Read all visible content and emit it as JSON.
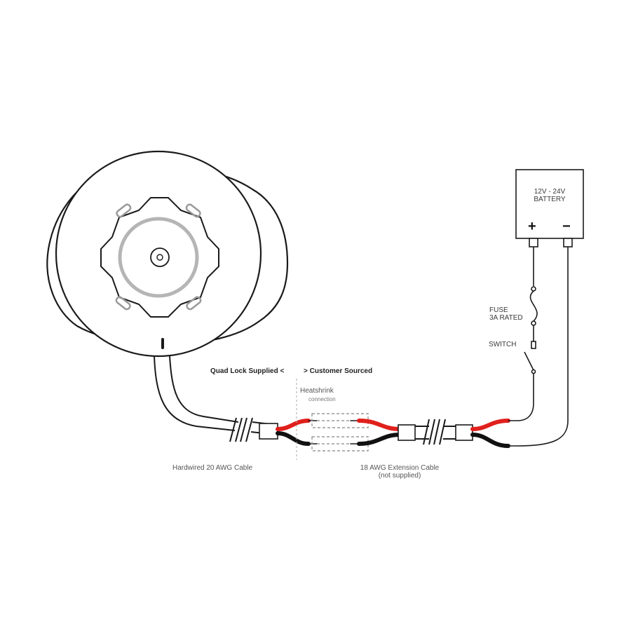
{
  "battery": {
    "line1": "12V - 24V",
    "line2": "BATTERY",
    "plus": "+",
    "minus": "−"
  },
  "fuse": {
    "line1": "FUSE",
    "line2": "3A RATED"
  },
  "switch_label": "SWITCH",
  "split": {
    "left": "Quad Lock Supplied <",
    "right": "> Customer Sourced"
  },
  "heatshrink": {
    "line1": "Heatshrink",
    "line2": "connection"
  },
  "cables": {
    "hardwired": "Hardwired 20 AWG Cable",
    "extension_line1": "18 AWG Extension Cable",
    "extension_line2": "(not supplied)"
  },
  "colors": {
    "positive_wire": "#e0201c",
    "negative_wire": "#111111",
    "outline": "#1a1a1a",
    "ring": "#b5b5b5"
  },
  "icons": [
    "charger-mount-icon",
    "battery-icon",
    "fuse-icon",
    "switch-icon",
    "cable-break-icon"
  ]
}
